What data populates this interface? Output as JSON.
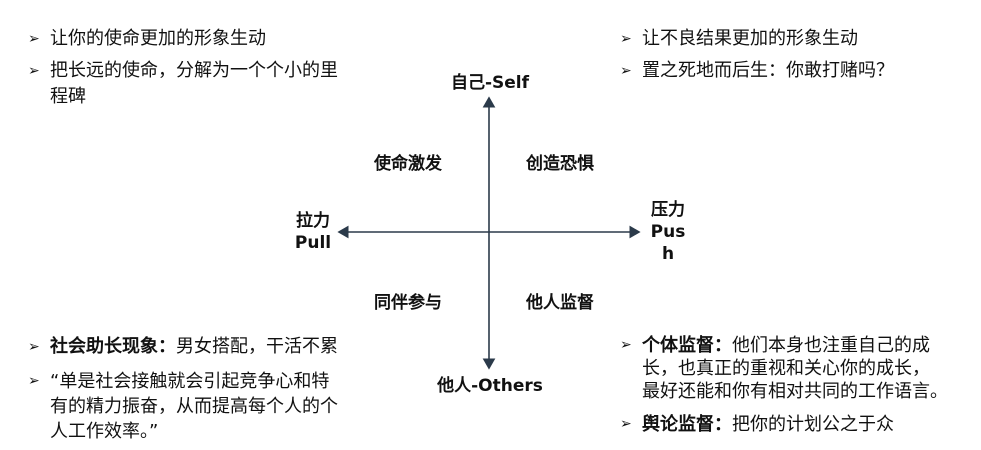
{
  "axes": {
    "top": "自己-Self",
    "bottom": "他人-Others",
    "left": [
      "拉力",
      "Pull"
    ],
    "right": [
      "压力",
      "Pus",
      "h"
    ]
  },
  "quadrants": {
    "top_left": "使命激发",
    "top_right": "创造恐惧",
    "bottom_left": "同伴参与",
    "bottom_right": "他人监督"
  },
  "bullet_icon": "arrowhead-bullet-icon",
  "top_left_bullets": [
    {
      "lines": [
        "让你的使命更加的形象生动"
      ]
    },
    {
      "lines": [
        "把长远的使命，分解为一个个小的里",
        "程碑"
      ]
    }
  ],
  "top_right_bullets": [
    {
      "lines": [
        "让不良结果更加的形象生动"
      ]
    },
    {
      "lines": [
        "置之死地而后生：你敢打赌吗？"
      ]
    }
  ],
  "bottom_left_bullets": [
    {
      "bold": "社会助长现象：",
      "lines": [
        "男女搭配，干活不累"
      ]
    },
    {
      "lines": [
        "“单是社会接触就会引起竞争心和特",
        "有的精力振奋，从而提高每个人的个",
        "人工作效率。”"
      ]
    }
  ],
  "bottom_right_bullets": [
    {
      "bold": "个体监督：",
      "lines": [
        "他们本身也注重自己的成",
        "长，也真正的重视和关心你的成长，",
        "最好还能和你有相对共同的工作语言。"
      ]
    },
    {
      "bold": "舆论监督：",
      "lines": [
        "把你的计划公之于众"
      ]
    }
  ]
}
